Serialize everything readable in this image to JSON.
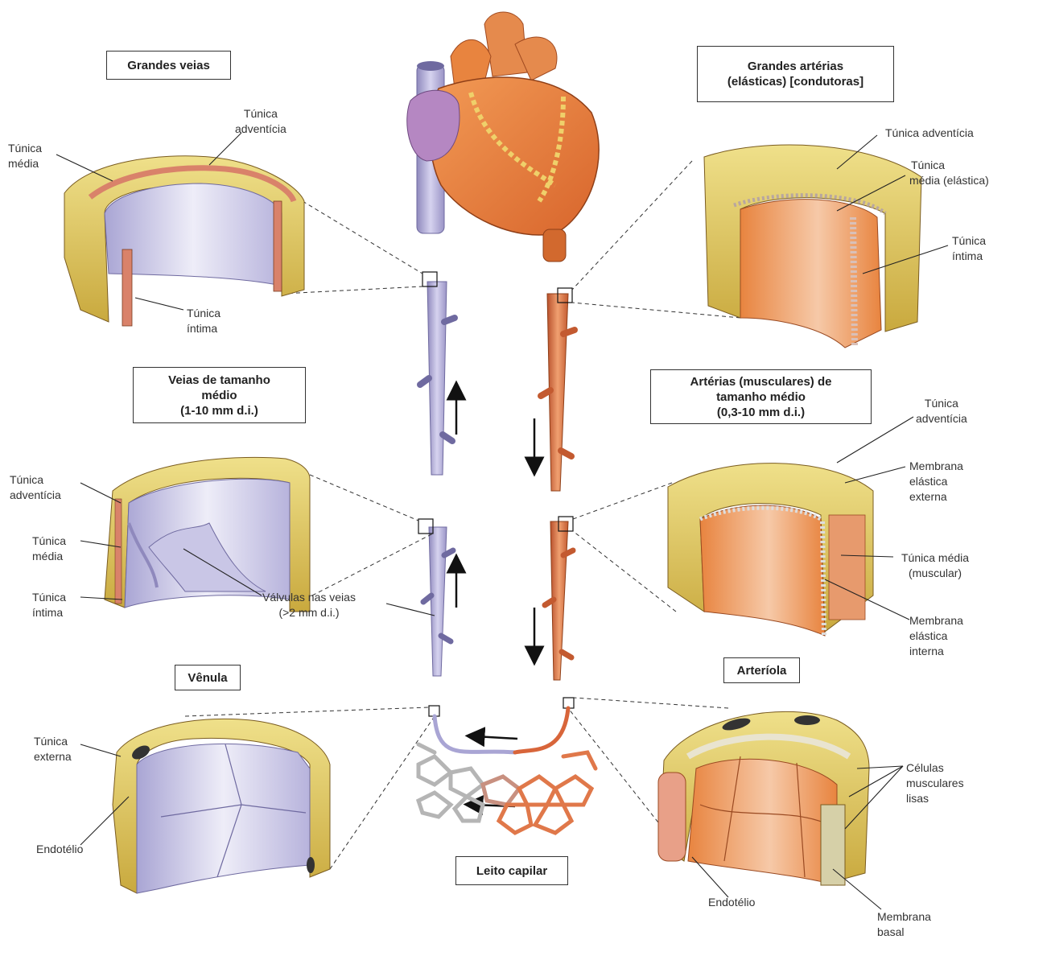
{
  "colors": {
    "vein": "#b9b4dc",
    "vein_dark": "#8f89bd",
    "artery": "#e07a4a",
    "artery_dark": "#b8502c",
    "heart": "#e8843f",
    "adventitia": "#e3cf5e",
    "media_vein": "#d9826a",
    "lumen_vein": "#d8d6ee",
    "lumen_artery": "#f0a060",
    "capillary_grey": "#b5b5b5"
  },
  "titles": {
    "grandes_veias": "Grandes veias",
    "grandes_arterias_1": "Grandes artérias",
    "grandes_arterias_2": "(elásticas)  [condutoras]",
    "veias_medio_1": "Veias de tamanho",
    "veias_medio_2": "médio",
    "veias_medio_3": "(1-10 mm d.i.)",
    "arterias_medio_1": "Artérias (musculares) de",
    "arterias_medio_2": "tamanho médio",
    "arterias_medio_3": "(0,3-10 mm d.i.)",
    "venula": "Vênula",
    "arteriola": "Arteríola",
    "leito_capilar": "Leito capilar"
  },
  "labels": {
    "gv_adventicia_1": "Túnica",
    "gv_adventicia_2": "adventícia",
    "gv_media_1": "Túnica",
    "gv_media_2": "média",
    "gv_intima_1": "Túnica",
    "gv_intima_2": "íntima",
    "ga_adventicia": "Túnica adventícia",
    "ga_media_1": "Túnica",
    "ga_media_2": "média (elástica)",
    "ga_intima_1": "Túnica",
    "ga_intima_2": "íntima",
    "vm_adventicia_1": "Túnica",
    "vm_adventicia_2": "adventícia",
    "vm_media_1": "Túnica",
    "vm_media_2": "média",
    "vm_intima_1": "Túnica",
    "vm_intima_2": "íntima",
    "valvulas_1": "Válvulas nas veias",
    "valvulas_2": "(>2 mm d.i.)",
    "am_adventicia_1": "Túnica",
    "am_adventicia_2": "adventícia",
    "am_mee_1": "Membrana",
    "am_mee_2": "elástica",
    "am_mee_3": "externa",
    "am_media_1": "Túnica média",
    "am_media_2": "(muscular)",
    "am_mei_1": "Membrana",
    "am_mei_2": "elástica",
    "am_mei_3": "interna",
    "ve_externa_1": "Túnica",
    "ve_externa_2": "externa",
    "ve_endotelio": "Endotélio",
    "ar_celulas_1": "Células",
    "ar_celulas_2": "musculares",
    "ar_celulas_3": "lisas",
    "ar_endotelio": "Endotélio",
    "ar_membrana_1": "Membrana",
    "ar_membrana_2": "basal"
  }
}
